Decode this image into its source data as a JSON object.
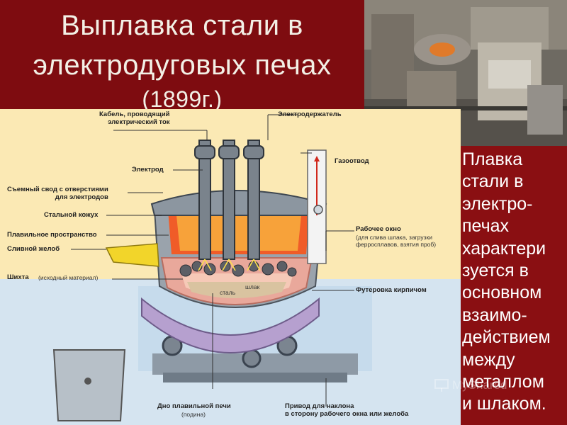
{
  "title": {
    "line1": "Выплавка стали в",
    "line2": "электродуговых печах",
    "year": "(1899г.)"
  },
  "sidebar_text": "Плавка\nстали в\nэлектро-\nпечах\nхарактери\nзуется в\nосновном\nвзаимо-\nдействием\nмежду\nметаллом\nи шлаком.",
  "labels": {
    "cable": "Кабель, проводящий\nэлектрический ток",
    "holder": "Электродержатель",
    "gas_outlet": "Газоотвод",
    "electrode": "Электрод",
    "roof": "Съемный свод с отверстиями\nдля электродов",
    "shell": "Стальной кожух",
    "melting_space": "Плавильное пространство",
    "spout": "Сливной желоб",
    "charge": "Шихта",
    "charge_note": "(исходный материал)",
    "work_window": "Рабочее окно",
    "work_window_note": "(для слива шлака, загрузки\nферросплавов, взятия проб)",
    "lining": "Футеровка кирпичом",
    "slag": "шлак",
    "steel": "сталь",
    "bottom": "Дно плавильной печи",
    "bottom_note": "(подина)",
    "tilt_drive": "Привод для наклона\nв сторону рабочего окна или желоба"
  },
  "watermark": "MyShared",
  "colors": {
    "background": "#8a0f12",
    "diagram_bg": "#fbe9b4",
    "steel_blue": "#cfe0f0"
  }
}
